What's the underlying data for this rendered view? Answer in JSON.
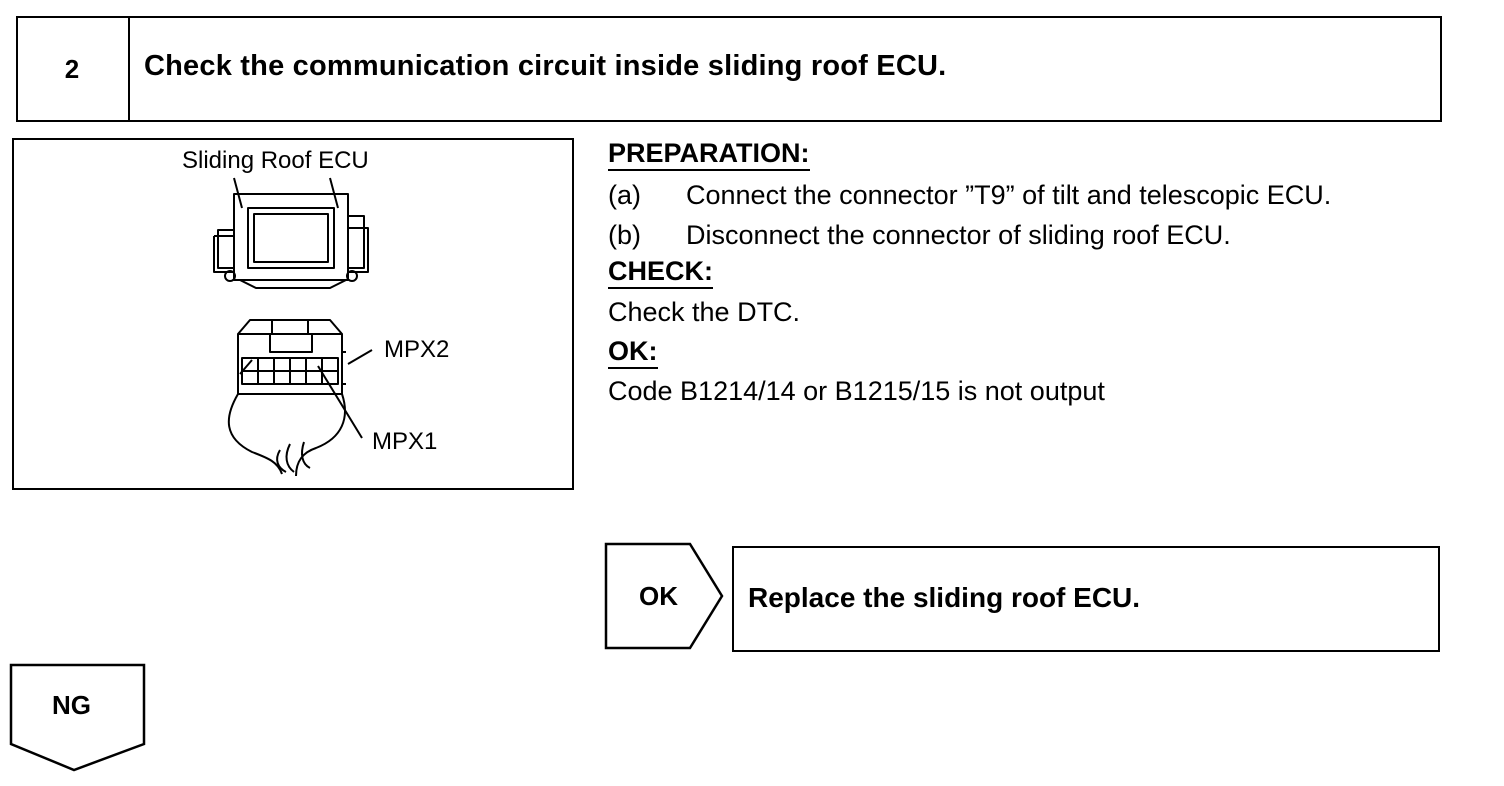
{
  "step": {
    "number": "2",
    "title": "Check the communication circuit inside sliding roof ECU."
  },
  "illustration": {
    "title": "Sliding Roof ECU",
    "label_mpx2": "MPX2",
    "label_mpx1": "MPX1"
  },
  "preparation": {
    "heading": "PREPARATION:",
    "items": [
      {
        "marker": "(a)",
        "text": "Connect the connector ”T9” of tilt and telescopic ECU."
      },
      {
        "marker": "(b)",
        "text": "Disconnect the connector of sliding roof ECU."
      }
    ]
  },
  "check": {
    "heading": "CHECK:",
    "text": "Check the DTC."
  },
  "ok_criteria": {
    "heading": "OK:",
    "text": "Code B1214/14 or B1215/15 is not output"
  },
  "ok_result": {
    "label": "OK",
    "action": "Replace the sliding roof ECU."
  },
  "ng_result": {
    "label": "NG"
  }
}
